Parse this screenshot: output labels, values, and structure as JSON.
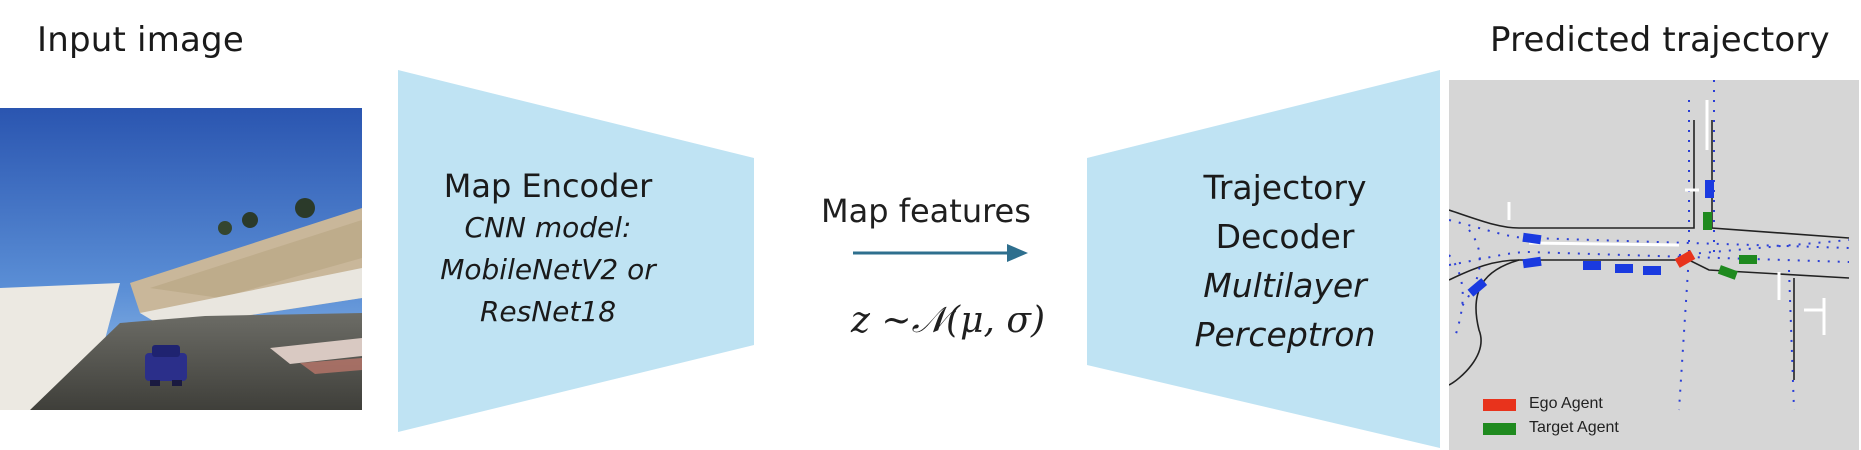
{
  "input": {
    "title": "Input image"
  },
  "encoder": {
    "title": "Map Encoder",
    "line1": "CNN model:",
    "line2": "MobileNetV2 or",
    "line3": "ResNet18",
    "color": "#bfe3f3"
  },
  "features": {
    "label": "Map features",
    "formula": "z ~𝒩(μ, σ)",
    "arrow_color": "#2e6f8e"
  },
  "decoder": {
    "line1": "Trajectory",
    "line2": "Decoder",
    "line3": "Multilayer",
    "line4": "Perceptron",
    "color": "#bfe3f3"
  },
  "output": {
    "title": "Predicted trajectory",
    "legend": [
      {
        "label": "Ego Agent",
        "color": "#e8331c"
      },
      {
        "label": "Target Agent",
        "color": "#1f8a1f"
      }
    ]
  }
}
